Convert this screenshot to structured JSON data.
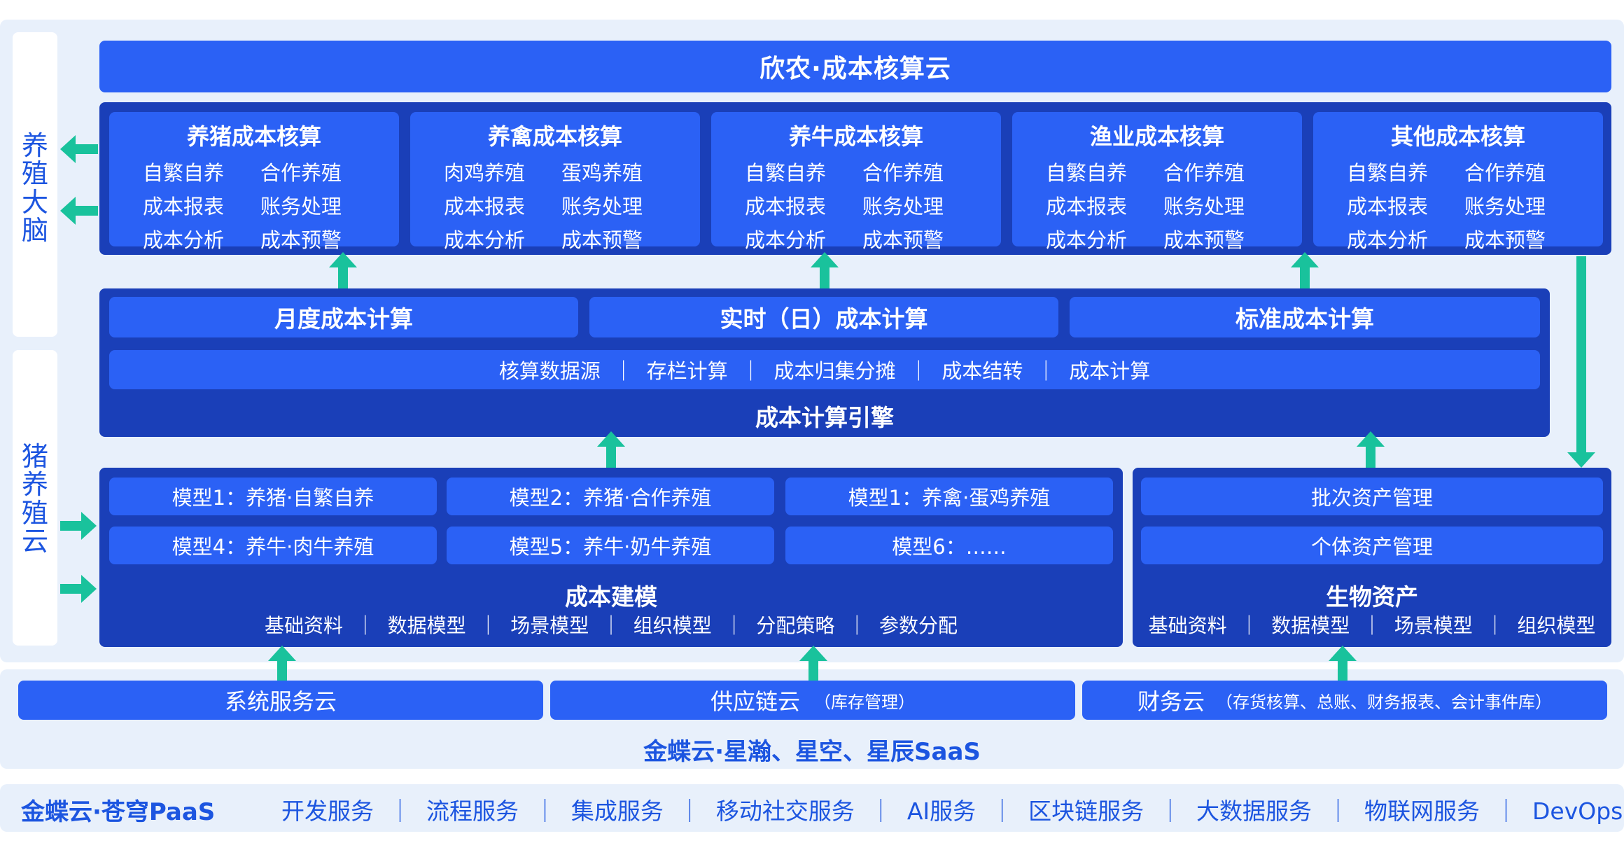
{
  "left_labels": {
    "top": "养\n殖\n大\n脑",
    "bottom": "猪\n养\n殖\n云"
  },
  "header": {
    "title": "欣农·成本核算云"
  },
  "cards": [
    {
      "title": "养猪成本核算",
      "items": [
        "自繁自养",
        "合作养殖",
        "成本报表",
        "账务处理",
        "成本分析",
        "成本预警"
      ]
    },
    {
      "title": "养禽成本核算",
      "items": [
        "肉鸡养殖",
        "蛋鸡养殖",
        "成本报表",
        "账务处理",
        "成本分析",
        "成本预警"
      ]
    },
    {
      "title": "养牛成本核算",
      "items": [
        "自繁自养",
        "合作养殖",
        "成本报表",
        "账务处理",
        "成本分析",
        "成本预警"
      ]
    },
    {
      "title": "渔业成本核算",
      "items": [
        "自繁自养",
        "合作养殖",
        "成本报表",
        "账务处理",
        "成本分析",
        "成本预警"
      ]
    },
    {
      "title": "其他成本核算",
      "items": [
        "自繁自养",
        "合作养殖",
        "成本报表",
        "账务处理",
        "成本分析",
        "成本预警"
      ]
    }
  ],
  "engine": {
    "tabs": [
      "月度成本计算",
      "实时（日）成本计算",
      "标准成本计算"
    ],
    "steps": "核算数据源  ｜  存栏计算  ｜  成本归集分摊  ｜  成本结转  ｜  成本计算",
    "title": "成本计算引擎"
  },
  "modeling": {
    "models": [
      "模型1：养猪·自繁自养",
      "模型2：养猪·合作养殖",
      "模型1：养禽·蛋鸡养殖",
      "模型4：养牛·肉牛养殖",
      "模型5：养牛·奶牛养殖",
      "模型6：……"
    ],
    "title": "成本建模",
    "items": "基础资料  ｜  数据模型  ｜  场景模型  ｜  组织模型  ｜  分配策略  ｜  参数分配"
  },
  "bio_assets": {
    "rows": [
      "批次资产管理",
      "个体资产管理"
    ],
    "title": "生物资产",
    "items": "基础资料  ｜  数据模型  ｜  场景模型  ｜  组织模型"
  },
  "clouds": {
    "system": "系统服务云",
    "supply": "供应链云",
    "supply_note": "（库存管理）",
    "finance": "财务云",
    "finance_note": "（存货核算、总账、财务报表、会计事件库）",
    "platform": "金蝶云·星瀚、星空、星辰SaaS"
  },
  "paas": {
    "name": "金蝶云·苍穹PaaS",
    "services": "开发服务  ｜  流程服务  ｜  集成服务  ｜  移动社交服务  ｜  AI服务  ｜  区块链服务  ｜  大数据服务  ｜  物联网服务  ｜  DevOps"
  },
  "colors": {
    "primary": "#2b61f5",
    "dark": "#1a3fb8",
    "accent": "#19c29c",
    "panel": "#e8f0fb",
    "text_blue": "#1c55e0"
  }
}
